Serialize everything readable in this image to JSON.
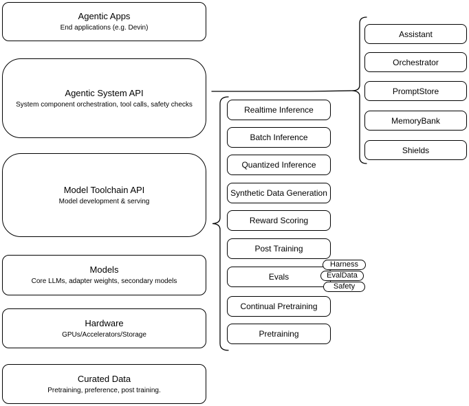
{
  "diagram": {
    "layers": [
      {
        "title": "Agentic Apps",
        "subtitle": "End applications (e.g. Devin)"
      },
      {
        "title": "Agentic System API",
        "subtitle": "System component orchestration, tool calls, safety checks"
      },
      {
        "title": "Model Toolchain API",
        "subtitle": "Model development & serving"
      },
      {
        "title": "Models",
        "subtitle": "Core LLMs, adapter weights, secondary models"
      },
      {
        "title": "Hardware",
        "subtitle": "GPUs/Accelerators/Storage"
      },
      {
        "title": "Curated Data",
        "subtitle": "Pretraining, preference, post training."
      }
    ],
    "toolchain_services": [
      "Realtime Inference",
      "Batch Inference",
      "Quantized Inference",
      "Synthetic Data Generation",
      "Reward Scoring",
      "Post Training",
      "Evals",
      "Continual Pretraining",
      "Pretraining"
    ],
    "eval_tags": [
      "Harness",
      "EvalData",
      "Safety"
    ],
    "system_components": [
      "Assistant",
      "Orchestrator",
      "PromptStore",
      "MemoryBank",
      "Shields"
    ],
    "colors": {
      "stroke": "#000000",
      "fill": "#ffffff",
      "background": "#ffffff"
    }
  }
}
